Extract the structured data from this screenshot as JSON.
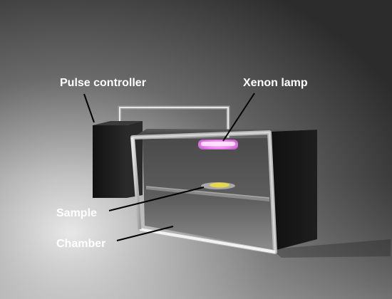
{
  "labels": {
    "pulse_controller": "Pulse controller",
    "xenon_lamp": "Xenon lamp",
    "sample": "Sample",
    "chamber": "Chamber"
  },
  "colors": {
    "lamp_glow": "#f08cf0",
    "sample": "#e6d84a",
    "label_text": "#ffffff",
    "leader_line": "#000000"
  }
}
